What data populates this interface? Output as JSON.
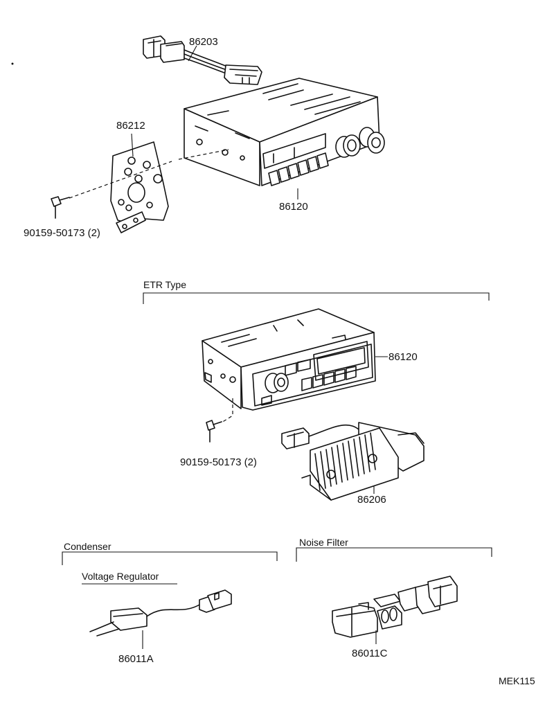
{
  "labels": {
    "harness": "86203",
    "bracket": "86212",
    "screw_top": "90159-50173 (2)",
    "radio_top": "86120",
    "radio_etr": "86120",
    "screw_etr": "90159-50173 (2)",
    "amplifier": "86206",
    "condenser_part": "86011A",
    "filter_part": "86011C",
    "drawing_code": "MEK115"
  },
  "sections": {
    "etr": "ETR Type",
    "condenser": "Condenser",
    "voltage_regulator": "Voltage Regulator",
    "noise_filter": "Noise Filter"
  }
}
